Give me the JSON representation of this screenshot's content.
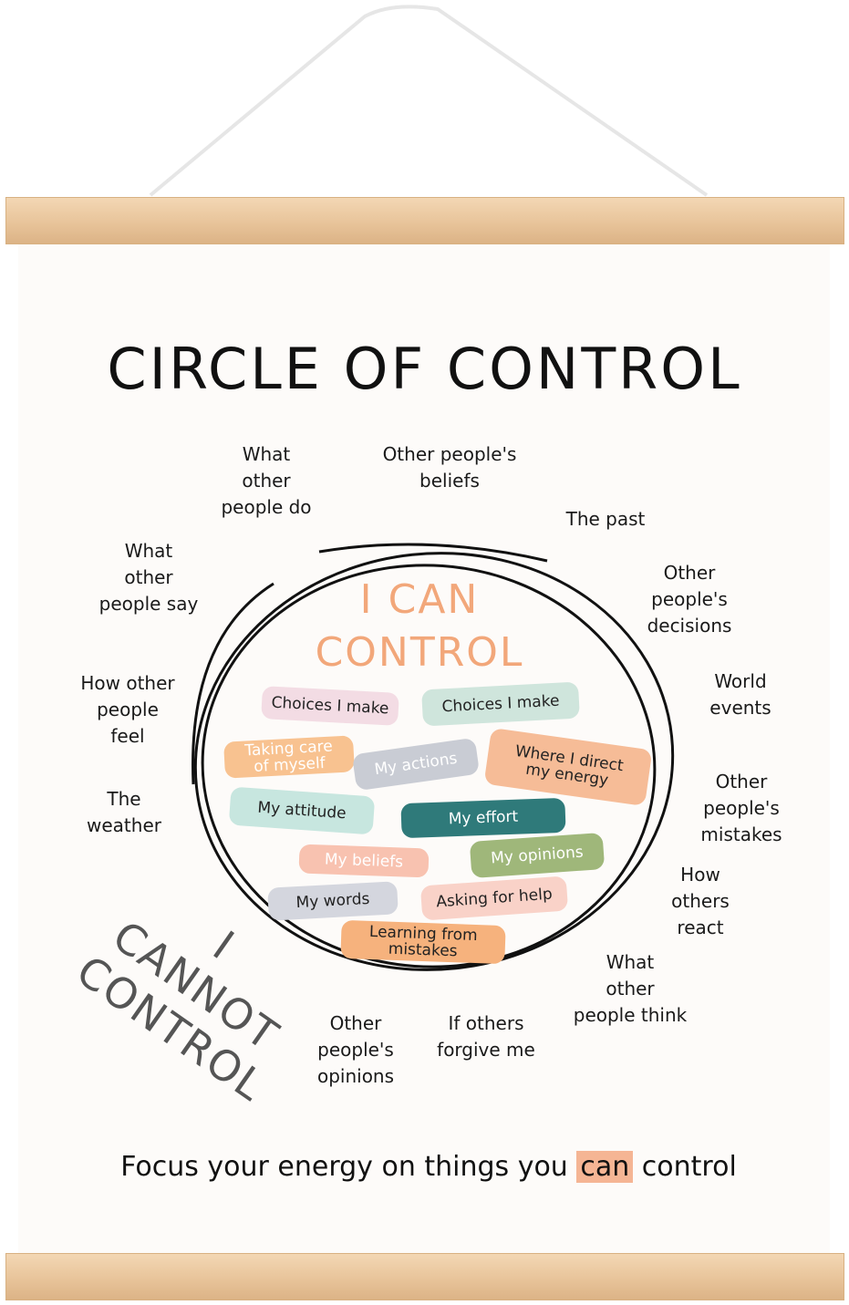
{
  "title": "CIRCLE OF CONTROL",
  "inside": {
    "heading_line1": "I CAN",
    "heading_line2": "CONTROL",
    "items": [
      {
        "text": "Choices I make",
        "color": "#f3dce4"
      },
      {
        "text": "Choices I make",
        "color": "#cfe5dc"
      },
      {
        "text": "Taking care\nof myself",
        "color": "#f8c290"
      },
      {
        "text": "My actions",
        "color": "#c9ccd4"
      },
      {
        "text": "Where I direct\nmy energy",
        "color": "#f6bc97"
      },
      {
        "text": "My attitude",
        "color": "#c7e6df"
      },
      {
        "text": "My effort",
        "color": "#2f7a7a"
      },
      {
        "text": "My beliefs",
        "color": "#f8c2b0"
      },
      {
        "text": "My opinions",
        "color": "#9fb77a"
      },
      {
        "text": "My words",
        "color": "#d4d6de"
      },
      {
        "text": "Asking for help",
        "color": "#f9d2c8"
      },
      {
        "text": "Learning from\nmistakes",
        "color": "#f6b27d"
      }
    ]
  },
  "outside": {
    "heading": "I CANNOT\nCONTROL",
    "items": [
      "What\nother\npeople do",
      "Other people's\nbeliefs",
      "The past",
      "What\nother\npeople say",
      "Other\npeople's\ndecisions",
      "How other\npeople\nfeel",
      "World\nevents",
      "The\nweather",
      "Other\npeople's\nmistakes",
      "How\nothers\nreact",
      "What\nother\npeople think",
      "Other\npeople's\nopinions",
      "If others\nforgive me"
    ]
  },
  "footer": {
    "before": "Focus your energy on things you ",
    "highlight": "can",
    "after": " control"
  },
  "colors": {
    "accent": "#f2a77a",
    "wood": "#e8c49a"
  }
}
